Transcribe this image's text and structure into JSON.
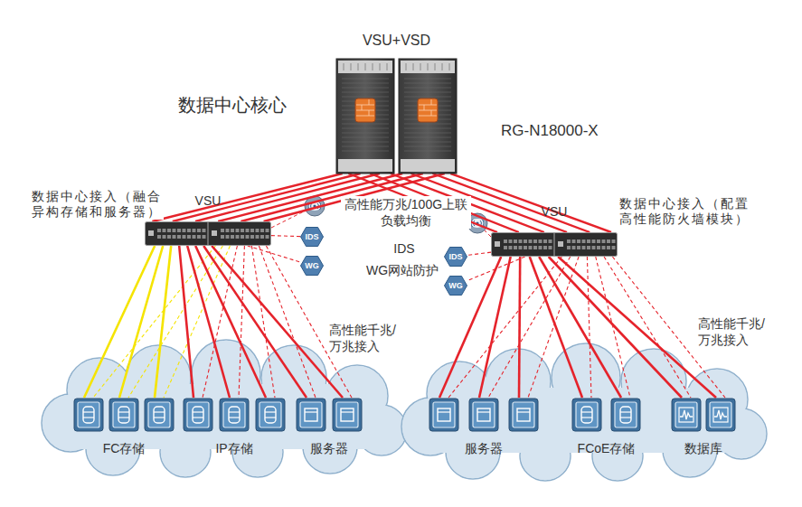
{
  "diagram": {
    "nodes": [
      {
        "text": [
          "VSU+VSD"
        ]
      },
      {
        "text": [
          "VSU",
          "数据中心接入（融合异构存储和服务器）"
        ]
      },
      {
        "text": [
          "IDS"
        ]
      },
      {
        "text": [
          "WG"
        ]
      },
      {
        "text": [
          "VSU",
          "数据中心接入（配置高性能防火墙模块）"
        ]
      },
      {
        "text": [
          "IDS"
        ]
      },
      {
        "text": [
          "WG"
        ]
      },
      {
        "text": [
          "FC存储"
        ]
      },
      {
        "text": [
          "IP存储"
        ]
      },
      {
        "text": [
          "服务器"
        ]
      },
      {
        "text": [
          "服务器"
        ]
      },
      {
        "text": [
          "FCoE存储"
        ]
      },
      {
        "text": [
          "数据库"
        ]
      }
    ],
    "edges": [
      {
        "from": 0,
        "to": 1,
        "arrow": "none"
      },
      {
        "from": 0,
        "to": 4,
        "arrow": "none"
      },
      {
        "from": 1,
        "to": 2,
        "arrow": "none"
      },
      {
        "from": 1,
        "to": 3,
        "arrow": "none"
      },
      {
        "from": 4,
        "to": 5,
        "arrow": "none"
      },
      {
        "from": 4,
        "to": 6,
        "arrow": "none"
      },
      {
        "from": 1,
        "to": 7,
        "arrow": "none"
      },
      {
        "from": 1,
        "to": 8,
        "arrow": "none"
      },
      {
        "from": 1,
        "to": 9,
        "arrow": "none"
      },
      {
        "from": 4,
        "to": 10,
        "arrow": "none"
      },
      {
        "from": 4,
        "to": 11,
        "arrow": "none"
      },
      {
        "from": 4,
        "to": 12,
        "arrow": "none"
      }
    ],
    "labels": [
      "数据中心核心",
      "RG-N18000-X",
      "高性能万兆/100G上联负载均衡",
      "IDS",
      "WG网站防护",
      "高性能千兆/万兆接入",
      "高性能千兆/万兆接入"
    ]
  }
}
